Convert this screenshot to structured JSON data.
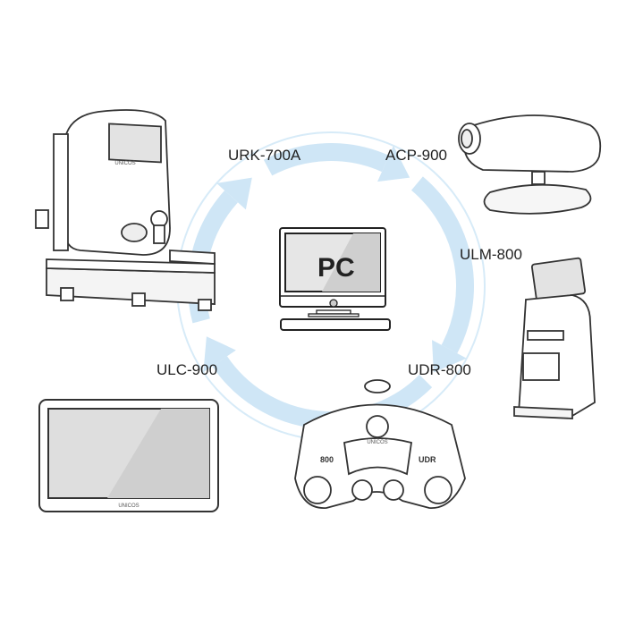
{
  "center": {
    "label": "PC"
  },
  "devices": [
    {
      "id": "urk",
      "label": "URK-700A"
    },
    {
      "id": "acp",
      "label": "ACP-900"
    },
    {
      "id": "ulm",
      "label": "ULM-800"
    },
    {
      "id": "udr",
      "label": "UDR-800"
    },
    {
      "id": "ulc",
      "label": "ULC-900"
    }
  ],
  "brand": "UNICOS",
  "udr_markings": [
    "800",
    "UDR"
  ],
  "colors": {
    "arrow": "#cfe6f6",
    "ring": "#d7ebf8",
    "line": "#333333",
    "screen": "#d9d9d9"
  }
}
